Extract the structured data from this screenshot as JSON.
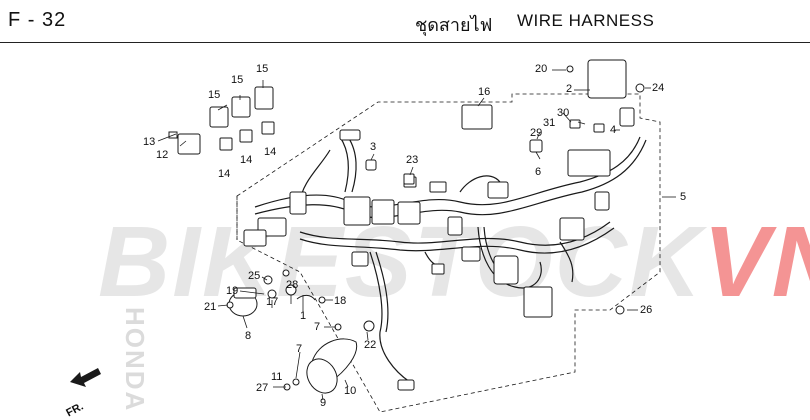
{
  "header": {
    "page_code": "F - 32",
    "title_th": "ชุดสายไฟ",
    "title_en": "WIRE HARNESS"
  },
  "watermark": {
    "part1": "BIKESTOCK",
    "part2": "VN",
    "side_brand": "HONDA"
  },
  "direction_label": "FR.",
  "callouts": {
    "c1": "1",
    "c2": "2",
    "c3": "3",
    "c4": "4",
    "c5": "5",
    "c6": "6",
    "c7a": "7",
    "c7b": "7",
    "c8": "8",
    "c9": "9",
    "c10": "10",
    "c11": "11",
    "c12": "12",
    "c13": "13",
    "c14a": "14",
    "c14b": "14",
    "c14c": "14",
    "c15a": "15",
    "c15b": "15",
    "c15c": "15",
    "c16": "16",
    "c17": "17",
    "c18": "18",
    "c19": "19",
    "c20": "20",
    "c21": "21",
    "c22": "22",
    "c23": "23",
    "c24": "24",
    "c25": "25",
    "c26": "26",
    "c27": "27",
    "c28": "28",
    "c29": "29",
    "c30": "30",
    "c31": "31"
  },
  "colors": {
    "line": "#1a1a1a",
    "watermark_gray": "#c8c8c8",
    "watermark_red": "#eb3c3c"
  }
}
